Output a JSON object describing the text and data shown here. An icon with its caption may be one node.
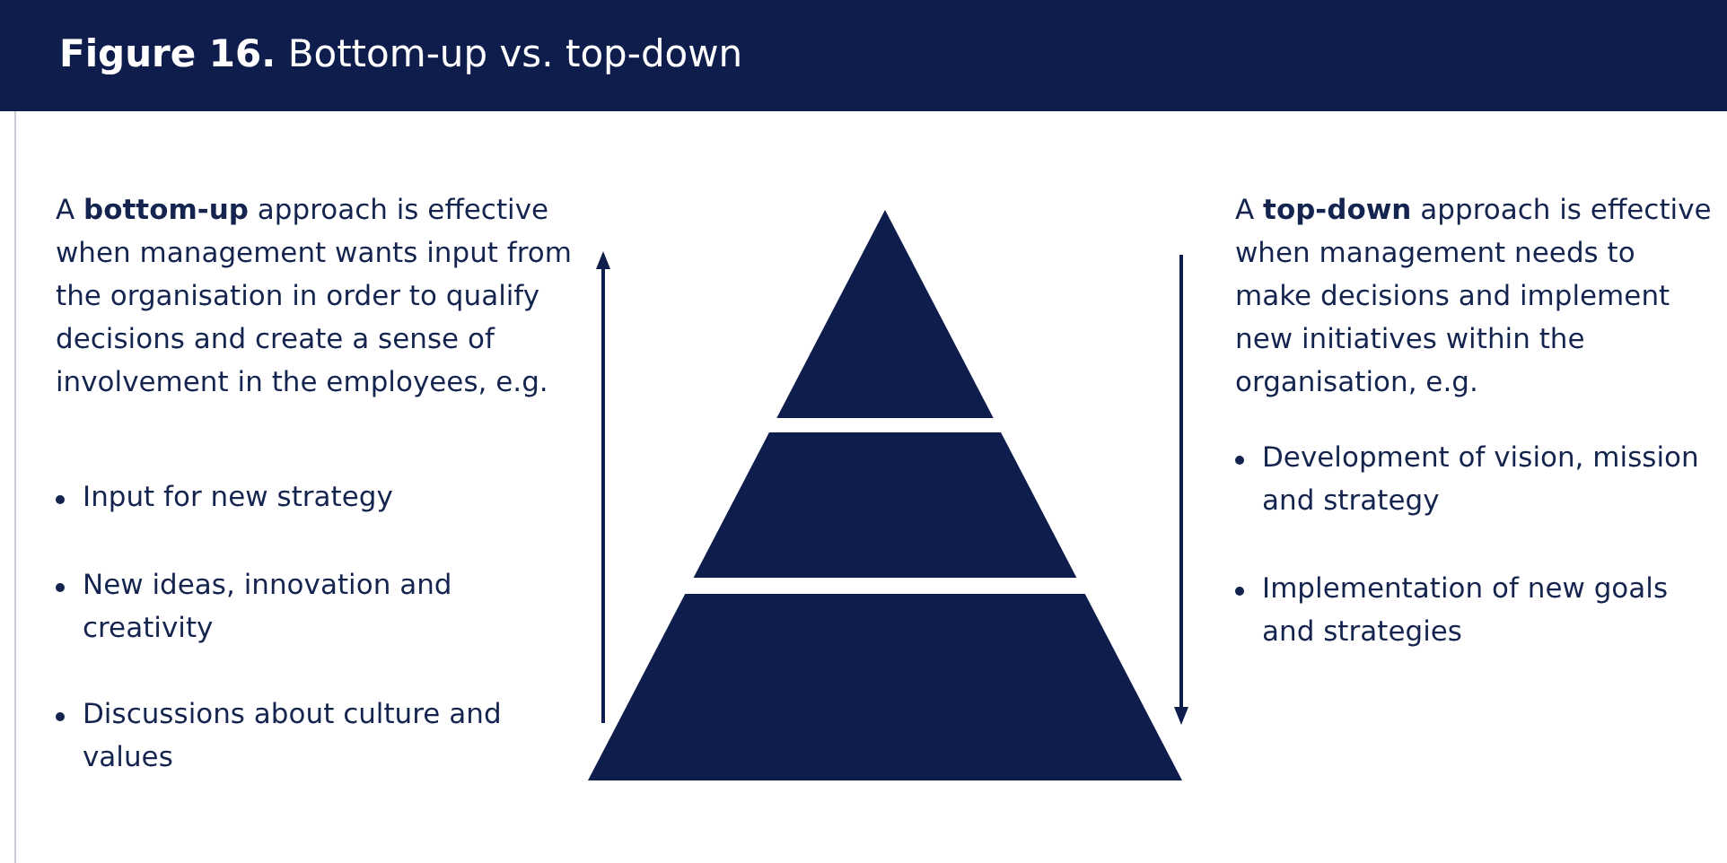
{
  "diagram": {
    "title": "**Figure 16.** Bottom-up vs. top-down",
    "labels": [
      "A **bottom-up** approach is effective when management wants input from the organisation in order to qualify decisions and create a sense of involvement in the employees, e.g.",
      "Input for new strategy",
      "New ideas, innovation and creativity",
      "Discussions about culture and values",
      "A **top-down** approach is effective when management needs to make decisions and implement new initiatives within the organisation, e.g.",
      "Development of vision, mission and strategy",
      "Implementation of new goals and strategies"
    ]
  }
}
